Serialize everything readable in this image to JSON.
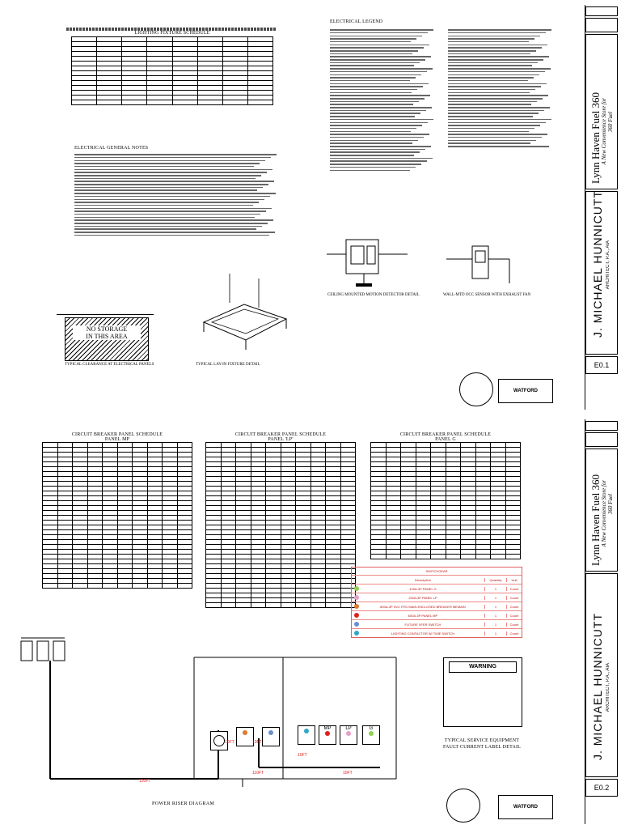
{
  "sheet1": {
    "lighting_schedule_title": "LIGHTING FIXTURE SCHEDULE",
    "electrical_general_notes_title": "ELECTRICAL GENERAL NOTES",
    "electrical_legend_title": "ELECTRICAL LEGEND",
    "no_storage_text": "NO STORAGE\nIN THIS AREA",
    "clearance_caption": "TYPICAL CLEARANCE AT ELECTRICAL PANELS",
    "layin_caption": "TYPICAL LAY-IN FIXTURE DETAIL",
    "ceiling_motion_caption": "CEILING MOUNTED MOTION DETECTOR DETAIL",
    "wall_occ_caption": "WALL-MTD OCC SENSOR WITH EXHAUST FAN",
    "sheet_number": "E0.1"
  },
  "sheet2": {
    "panel_mp_title": "CIRCUIT BREAKER PANEL SCHEDULE",
    "panel_mp_name": "PANEL MP",
    "panel_lp_title": "CIRCUIT BREAKER PANEL SCHEDULE",
    "panel_lp_name": "PANEL 'LP'",
    "panel_g_title": "CIRCUIT BREAKER PANEL SCHEDULE",
    "panel_g_name": "PANEL G",
    "riser_caption": "POWER RISER DIAGRAM",
    "fault_caption_1": "TYPICAL SERVICE EQUIPMENT",
    "fault_caption_2": "FAULT CURRENT LABEL DETAIL",
    "warning_label": "WARNING",
    "sheet_number": "E0.2",
    "riser_labels": {
      "d1": "10FT",
      "d2": "10FT",
      "d3": "110FT",
      "d4": "10FT",
      "d5": "10FT",
      "d6": "120FT"
    },
    "panel_tags": {
      "mp": "MP",
      "lp": "LP",
      "g": "G"
    }
  },
  "switchgear": {
    "title": "SWITCHGEAR",
    "headers": [
      "Description",
      "Quantity",
      "Unit"
    ],
    "rows": [
      {
        "color": "#8fd14f",
        "description": "100A-3P PANEL G",
        "quantity": "1",
        "unit": "Count"
      },
      {
        "color": "#e8a0c8",
        "description": "200A-3P PANEL LP",
        "quantity": "1",
        "unit": "Count"
      },
      {
        "color": "#e07a30",
        "description": "800A-3P SVC RTD MAIN ENCLOSED BREAKER MEMAIN",
        "quantity": "1",
        "unit": "Count"
      },
      {
        "color": "#e02020",
        "description": "600A-3P PANEL MP",
        "quantity": "1",
        "unit": "Count"
      },
      {
        "color": "#6a8fd0",
        "description": "FUTURE XFER SWITCH",
        "quantity": "1",
        "unit": "Count"
      },
      {
        "color": "#30a8c8",
        "description": "LIGHTING CONTACTOR W/ TIME SWITCH",
        "quantity": "1",
        "unit": "Count"
      }
    ]
  },
  "title_block": {
    "project": "Lynn Haven Fuel 360",
    "subtitle": "A New Convenience Store for",
    "client": "360 Fuel",
    "architect": "J. MICHAEL HUNNICUTT",
    "architect_sub": "ARCHITECT, P.A., AIA",
    "stamp_logo": "WATFORD"
  }
}
